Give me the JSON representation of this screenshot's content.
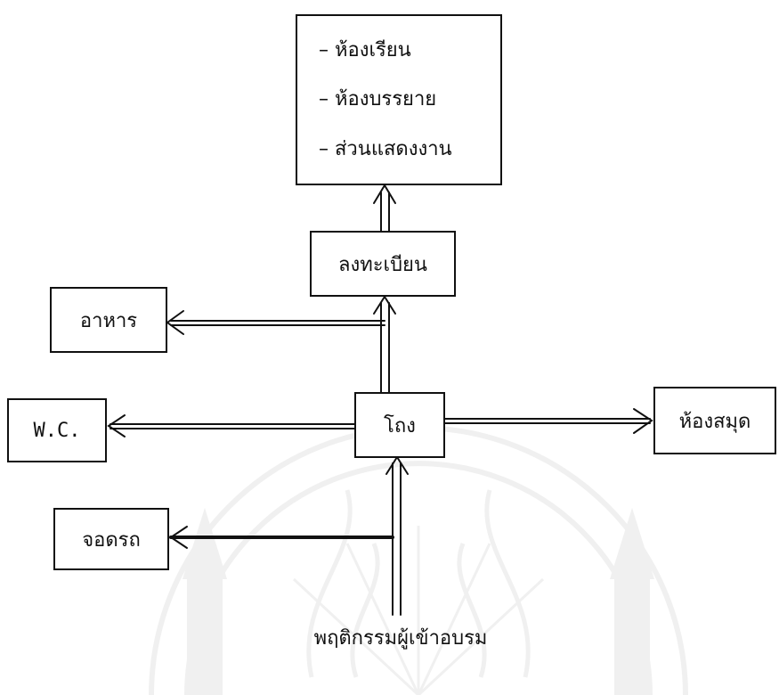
{
  "diagram": {
    "boxes": {
      "top": {
        "lines": [
          "– ห้องเรียน",
          "– ห้องบรรยาย",
          "– ส่วนแสดงงาน"
        ]
      },
      "registration": "ลงทะเบียน",
      "food": "อาหาร",
      "wc": "W.C.",
      "hub": "โถง",
      "library": "ห้องสมุด",
      "parking": "จอดรถ"
    },
    "caption": "พฤติกรรมผู้เข้าอบรม"
  },
  "colors": {
    "ink": "#111111",
    "background": "#ffffff",
    "watermark": "#888888"
  }
}
